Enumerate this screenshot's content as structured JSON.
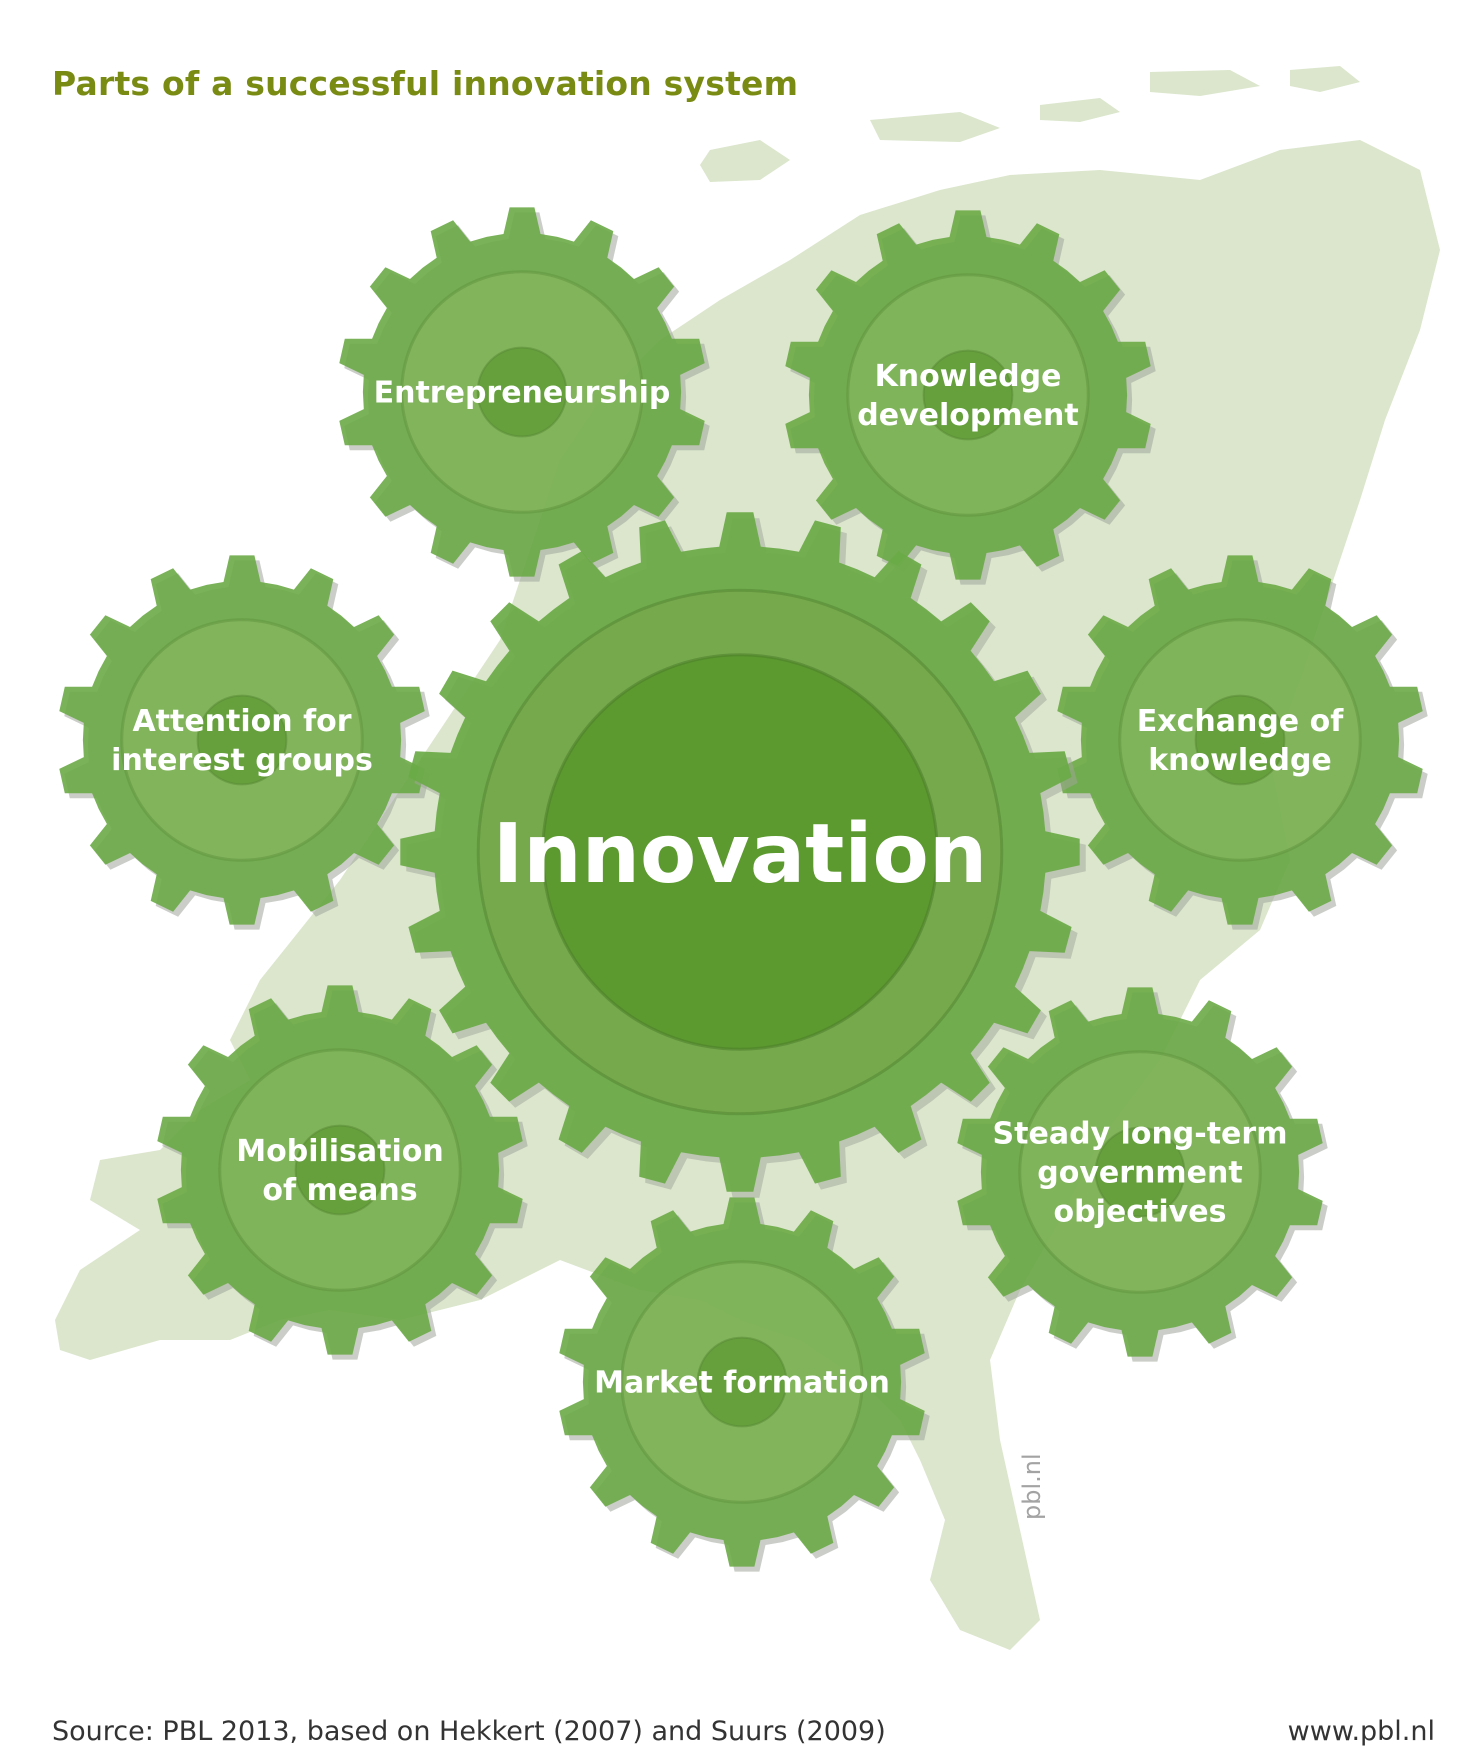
{
  "title": "Parts of a successful innovation system",
  "center": "Innovation",
  "gears": [
    {
      "id": "entrepreneurship",
      "lines": [
        "Entrepreneurship"
      ]
    },
    {
      "id": "knowledge-development",
      "lines": [
        "Knowledge",
        "development"
      ]
    },
    {
      "id": "attention-interest-groups",
      "lines": [
        "Attention for",
        "interest groups"
      ]
    },
    {
      "id": "exchange-knowledge",
      "lines": [
        "Exchange of",
        "knowledge"
      ]
    },
    {
      "id": "mobilisation-means",
      "lines": [
        "Mobilisation",
        "of means"
      ]
    },
    {
      "id": "steady-objectives",
      "lines": [
        "Steady long-term",
        "government",
        "objectives"
      ]
    },
    {
      "id": "market-formation",
      "lines": [
        "Market formation"
      ]
    }
  ],
  "watermark": "pbl.nl",
  "source": "Source: PBL 2013, based on Hekkert (2007) and Suurs (2009)",
  "website": "www.pbl.nl",
  "colors": {
    "title": "#7a8b14",
    "map": "#dbe6cc",
    "gear": "#6aaa46",
    "gear_inner": "#6a9f48",
    "hub": "#5e9a34",
    "center": "#5c9a30",
    "text": "#ffffff"
  }
}
